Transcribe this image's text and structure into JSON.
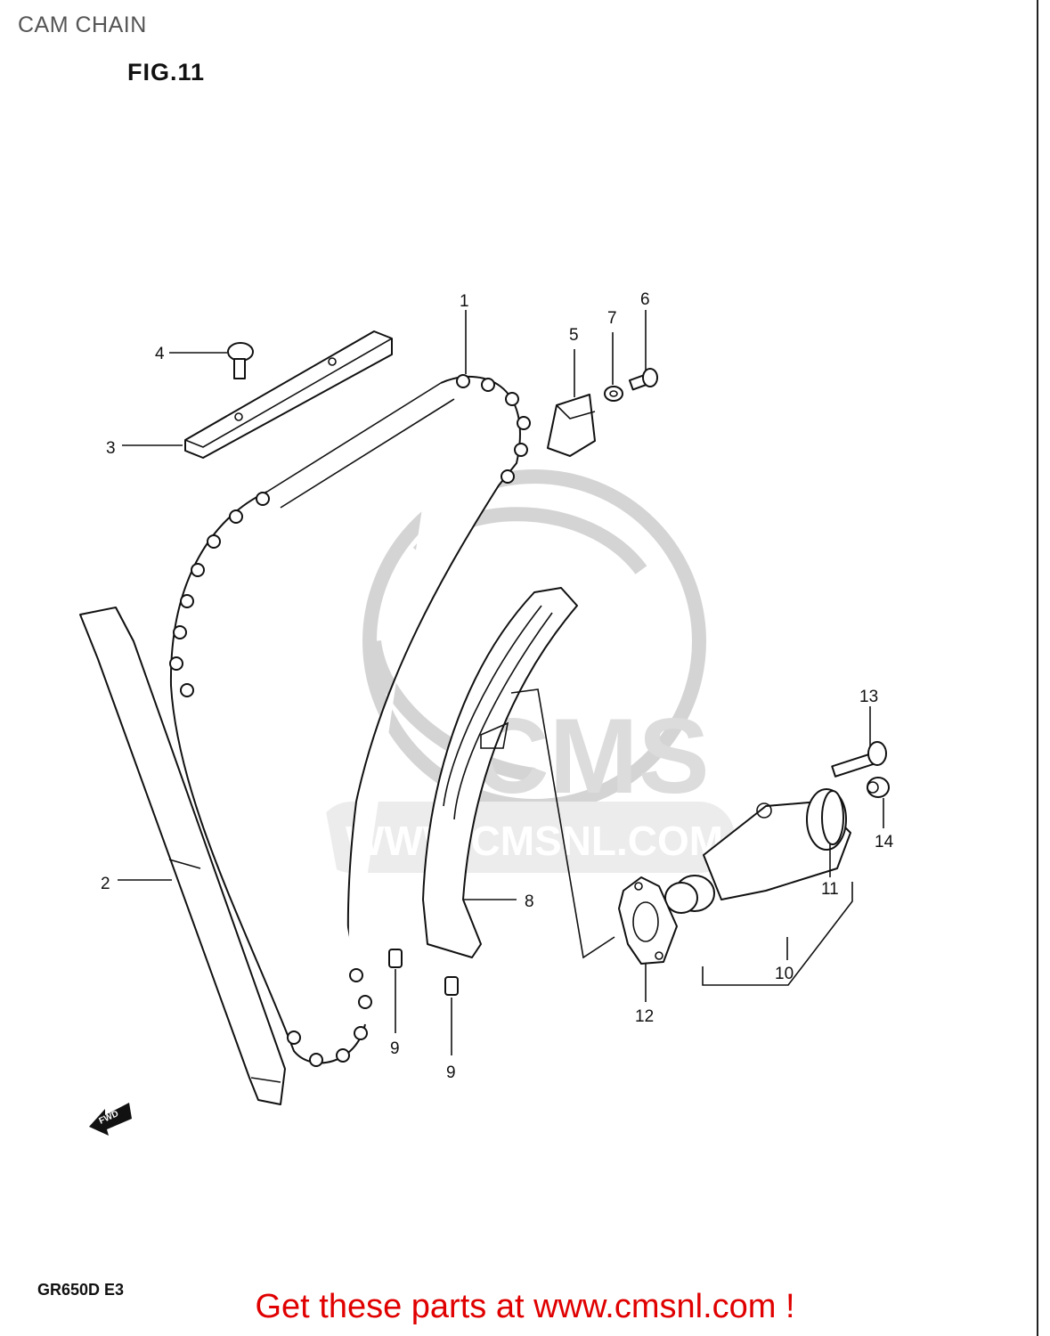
{
  "page_title": "CAM CHAIN",
  "figure_label": "FIG.11",
  "model_code": "GR650D  E3",
  "footer_link": "Get these parts at www.cmsnl.com !",
  "fwd_label": "FWD",
  "watermark": {
    "brand": "CMS",
    "url": "WWW.CMSNL.COM"
  },
  "callouts": [
    "1",
    "2",
    "3",
    "4",
    "5",
    "6",
    "7",
    "8",
    "9",
    "9",
    "10",
    "11",
    "12",
    "13",
    "14"
  ],
  "colors": {
    "footer": "#e00000",
    "watermark": "#d4d4d4",
    "ink": "#111111"
  }
}
